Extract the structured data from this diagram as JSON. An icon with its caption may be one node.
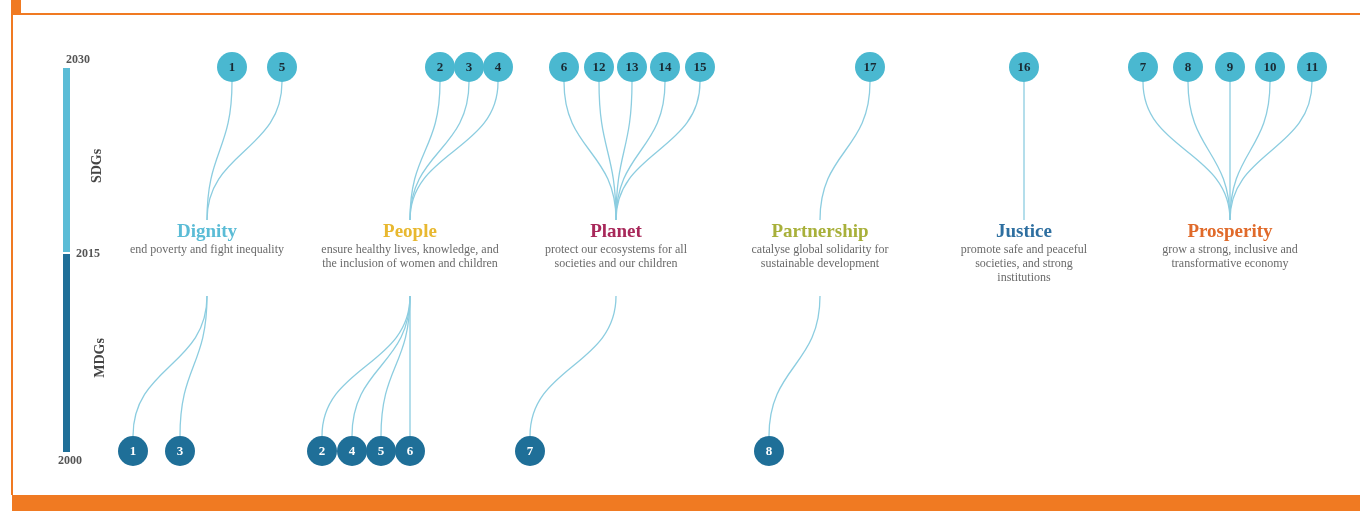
{
  "diagram": {
    "nodes": [
      {
        "text": [
          "1"
        ]
      },
      {
        "text": [
          "5"
        ]
      },
      {
        "text": [
          "2"
        ]
      },
      {
        "text": [
          "3"
        ]
      },
      {
        "text": [
          "4"
        ]
      },
      {
        "text": [
          "6"
        ]
      },
      {
        "text": [
          "12"
        ]
      },
      {
        "text": [
          "13"
        ]
      },
      {
        "text": [
          "14"
        ]
      },
      {
        "text": [
          "15"
        ]
      },
      {
        "text": [
          "17"
        ]
      },
      {
        "text": [
          "16"
        ]
      },
      {
        "text": [
          "7"
        ]
      },
      {
        "text": [
          "8"
        ]
      },
      {
        "text": [
          "9"
        ]
      },
      {
        "text": [
          "10"
        ]
      },
      {
        "text": [
          "11"
        ]
      },
      {
        "text": [
          "Dignity",
          "end poverty and fight inequality"
        ]
      },
      {
        "text": [
          "People",
          "ensure healthy lives, knowledge, and the inclusion of women and children"
        ]
      },
      {
        "text": [
          "Planet",
          "protect our ecosystems for all societies and our children"
        ]
      },
      {
        "text": [
          "Partnership",
          "catalyse global solidarity for sustainable development"
        ]
      },
      {
        "text": [
          "Justice",
          "promote safe and peaceful societies, and strong institutions"
        ]
      },
      {
        "text": [
          "Prosperity",
          "grow a strong, inclusive and transformative economy"
        ]
      },
      {
        "text": [
          "1"
        ]
      },
      {
        "text": [
          "3"
        ]
      },
      {
        "text": [
          "2"
        ]
      },
      {
        "text": [
          "4"
        ]
      },
      {
        "text": [
          "5"
        ]
      },
      {
        "text": [
          "6"
        ]
      },
      {
        "text": [
          "7"
        ]
      },
      {
        "text": [
          "8"
        ]
      }
    ],
    "edges": [
      {
        "from": 0,
        "to": 17,
        "arrow": "none"
      },
      {
        "from": 1,
        "to": 17,
        "arrow": "none"
      },
      {
        "from": 2,
        "to": 18,
        "arrow": "none"
      },
      {
        "from": 3,
        "to": 18,
        "arrow": "none"
      },
      {
        "from": 4,
        "to": 18,
        "arrow": "none"
      },
      {
        "from": 5,
        "to": 19,
        "arrow": "none"
      },
      {
        "from": 6,
        "to": 19,
        "arrow": "none"
      },
      {
        "from": 7,
        "to": 19,
        "arrow": "none"
      },
      {
        "from": 8,
        "to": 19,
        "arrow": "none"
      },
      {
        "from": 9,
        "to": 19,
        "arrow": "none"
      },
      {
        "from": 10,
        "to": 20,
        "arrow": "none"
      },
      {
        "from": 11,
        "to": 21,
        "arrow": "none"
      },
      {
        "from": 12,
        "to": 22,
        "arrow": "none"
      },
      {
        "from": 13,
        "to": 22,
        "arrow": "none"
      },
      {
        "from": 14,
        "to": 22,
        "arrow": "none"
      },
      {
        "from": 15,
        "to": 22,
        "arrow": "none"
      },
      {
        "from": 16,
        "to": 22,
        "arrow": "none"
      },
      {
        "from": 17,
        "to": 23,
        "arrow": "none"
      },
      {
        "from": 17,
        "to": 24,
        "arrow": "none"
      },
      {
        "from": 18,
        "to": 25,
        "arrow": "none"
      },
      {
        "from": 18,
        "to": 26,
        "arrow": "none"
      },
      {
        "from": 18,
        "to": 27,
        "arrow": "none"
      },
      {
        "from": 18,
        "to": 28,
        "arrow": "none"
      },
      {
        "from": 19,
        "to": 29,
        "arrow": "none"
      },
      {
        "from": 20,
        "to": 30,
        "arrow": "none"
      }
    ],
    "labels": [
      "2030",
      "SDGs",
      "2015",
      "MDGs",
      "2000"
    ]
  }
}
